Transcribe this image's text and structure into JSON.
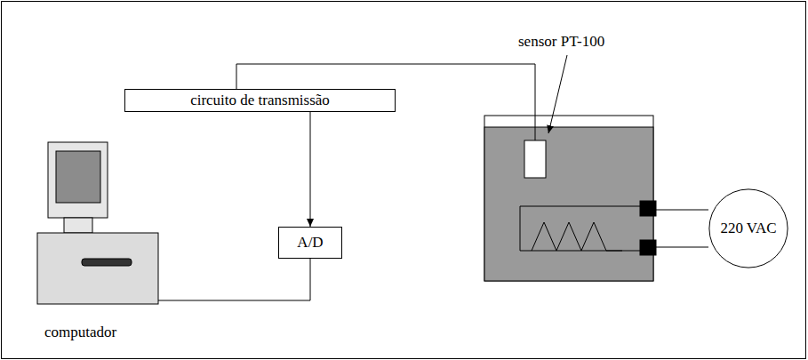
{
  "diagram": {
    "nodes": [
      {
        "text": [
          "circuito de transmissão"
        ]
      },
      {
        "text": [
          "A/D"
        ]
      },
      {
        "text": [
          "220 VAC"
        ]
      }
    ],
    "edges": [
      {
        "from": 0,
        "to": 1,
        "arrow": "to"
      }
    ],
    "labels": [
      "sensor PT-100",
      "computador"
    ]
  }
}
